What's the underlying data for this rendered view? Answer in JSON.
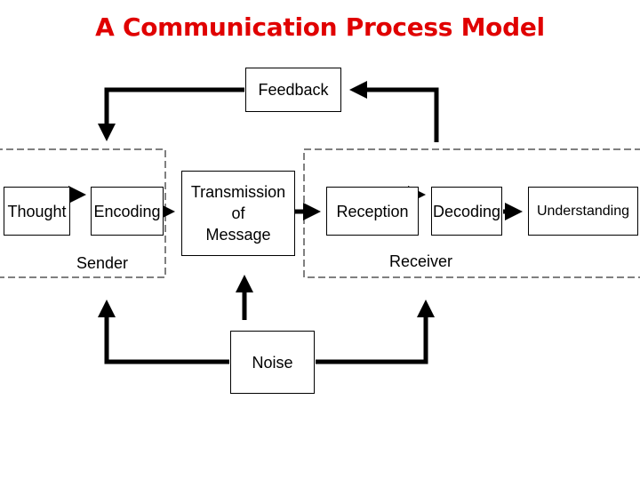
{
  "title": "A Communication Process Model",
  "nodes": {
    "feedback": "Feedback",
    "thought": "Thought",
    "encoding": "Encoding",
    "transmission": "Transmission\nof\nMessage",
    "reception": "Reception",
    "decoding": "Decoding",
    "understanding": "Understanding",
    "noise": "Noise"
  },
  "groups": {
    "sender": "Sender",
    "receiver": "Receiver"
  },
  "colors": {
    "title": "#e00000",
    "lines": "#000000"
  }
}
